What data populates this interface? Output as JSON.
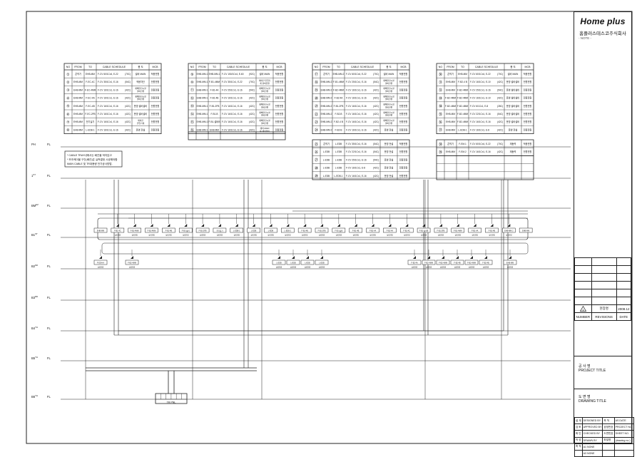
{
  "title_block": {
    "logo": "Home plus",
    "company": "홈플러스테스코주식회사",
    "note": "- NOTE -",
    "revision_row": {
      "symbol": "1",
      "text": "현장명",
      "date": "2008.12"
    },
    "revision_header": [
      "NUMBER",
      "REVISIONS",
      "DATE"
    ],
    "project_title_ko": "공 사 명",
    "project_title_en": "PROJECT TITLE",
    "drawing_title_ko": "도 면 명",
    "drawing_title_en": "DRAWING TITLE",
    "info_rows": [
      [
        "설 계",
        "DESIGNED BY",
        "축  척",
        "AS  DATE"
      ],
      [
        "검 토",
        "APPROVED BY",
        "공정번호",
        "PROJECT NO."
      ],
      [
        "확 인",
        "CHECKED BY",
        "도면번호",
        "SHEET NO."
      ],
      [
        "작 성",
        "DRAWN BY",
        "파일명",
        "(drawing no.)"
      ],
      [
        "축 척",
        "A1  NONE",
        "",
        ""
      ],
      [
        "",
        "A3  NONE",
        "",
        ""
      ]
    ]
  },
  "notes": [
    "* CABLE TRAY내에서는 배관을 하지않고",
    "* 보조케이블 구간(배관)은 실측결정 시공해야함",
    "  MAIN CABLE 및 TR대용량 전기공사방법."
  ],
  "tables": {
    "headers": [
      "NO",
      "FROM",
      "TO",
      "CABLE SCHEDULE",
      "용 도",
      "MCB"
    ],
    "t1": [
      [
        "①",
        "콘넥기",
        "EHB-MM",
        "F-CV 60/1Cx4, E-22",
        "(70C)",
        "설비 MAIN",
        "적응전원"
      ],
      [
        "②",
        "EHB-MM",
        "F-EC-4C",
        "F-CV 35/1Cx1, E-16",
        "(54C)",
        "적응차단",
        "전원전원"
      ],
      [
        "③",
        "EHB-MM",
        "F-EC-4MM",
        "F-CV 16/1Cx1, E-16",
        "(42C)",
        "재해안전시설 설비전원",
        "전원전원"
      ],
      [
        "④",
        "EHB-MM",
        "F-EC-4A",
        "F-CV 16/1Cx1, E-16",
        "(42C)",
        "재해안전시설 설비전원",
        "전원전원"
      ],
      [
        "⑤",
        "EHB-MM",
        "F-EC-4B",
        "F-CV 16/1Cx1, E-16",
        "(42C)",
        "운영 설비설비",
        "전원전원"
      ],
      [
        "⑥",
        "EHB-MM",
        "F-EC-2FB",
        "F-CV 16/1Cx1, E-16",
        "(42C)",
        "운영 설비설비",
        "전원전원"
      ],
      [
        "⑦",
        "EHB-MM",
        "전기실기",
        "F-CV 16/1Cx1, E-16",
        "(42C)",
        "제어전 인입기계",
        "전원전원"
      ],
      [
        "⑧",
        "EHB-MM",
        "L-EDB-1",
        "F-CV 16/1Cx1, E-16",
        "(42C)",
        "운영 전설",
        "전원전원"
      ]
    ],
    "t2": [
      [
        "⑨",
        "EHB-MM-1",
        "EHB-MM-1",
        "F-CV 150/1Cx4, E-60",
        "(92C)",
        "설비 MAIN",
        "적응전원"
      ],
      [
        "⑩",
        "EHB-MM-1",
        "F-B1-4MM",
        "F-CV 35/1Cx1, E-22",
        "(70C)",
        "제어전 인입기계 설비전원",
        "전원전원"
      ],
      [
        "⑪",
        "EHB-MM-1",
        "F-B1-4A",
        "F-CV 25/1Cx1, E-16",
        "(54C)",
        "재해안전시설 설비전원",
        "전원전원"
      ],
      [
        "⑫",
        "EHB-MM-1",
        "F-B1-4B",
        "F-CV 16/1Cx1, E-16",
        "(42C)",
        "재해안전시설 설비전원",
        "전원전원"
      ],
      [
        "⑬",
        "EHB-MM-1",
        "F-B1-2FB",
        "F-CV 16/1Cx1, E-16",
        "(42C)",
        "재해안전시설 설비전원",
        "전원전원"
      ],
      [
        "⑭",
        "EHB-MM-1",
        "F-B1-B",
        "F-CV 16/1Cx1, E-16",
        "(42C)",
        "재해안전시설 설비전원",
        "전원전원"
      ],
      [
        "⑮",
        "EHB-MM-1",
        "F-B1-설비B",
        "F-CV 16/1Cx1, E-16",
        "(42C)",
        "재해안전시설 설비전원",
        "전원전원"
      ],
      [
        "⑯",
        "EHB-MM-1",
        "EHB-MM",
        "F-CV 16/1Cx1, E-16",
        "(42C)",
        "제어 MAIN 운 제어설비",
        "전원전원"
      ]
    ],
    "t3": [
      [
        "⑰",
        "콘넥기",
        "EHB-MM-2",
        "F-CV 60/1Cx4, E-22",
        "(70C)",
        "설비 MAIN",
        "적응전원"
      ],
      [
        "⑱",
        "EHB-MM-2",
        "F-B1-4MM",
        "F-CV 25/1Cx1, E-16",
        "(54C)",
        "재해안전시설 설비전원",
        "전원전원"
      ],
      [
        "⑲",
        "EHB-MM-2",
        "F-B2-4MM",
        "F-CV 16/1Cx1, E-16",
        "(42C)",
        "재해안전시설 설비전원",
        "전원전원"
      ],
      [
        "⑳",
        "EHB-MM-2",
        "F-B2-4A",
        "F-CV 16/1Cx1, E-16",
        "(42C)",
        "재해안전시설 설비전원",
        "전원전원"
      ],
      [
        "㉑",
        "EHB-MM-2",
        "F-B1-2FB",
        "F-CV 16/1Cx1, E-16",
        "(42C)",
        "재해안전시설 설비전원",
        "전원전원"
      ],
      [
        "㉒",
        "EHB-MM-2",
        "F-B2-B",
        "F-CV 16/1Cx1, E-16",
        "(42C)",
        "재해안전시설 설비전원",
        "전원전원"
      ],
      [
        "㉓",
        "EHB-MM-2",
        "F-B2-4 B",
        "F-CV 16/1Cx1, E-16",
        "(42C)",
        "재해안전시설 설비전원",
        "전원전원"
      ],
      [
        "㉔",
        "EHB-MM-2",
        "F-B2-B",
        "F-CV 16/1Cx1, E-16",
        "(42C)",
        "운영 전설",
        "전원전원"
      ]
    ],
    "t3b": [
      [
        "㉕",
        "콘넥기",
        "L-EDB",
        "F-CV 35/1Cx1, E-16",
        "(54C)",
        "운영 전설",
        "적응전원"
      ],
      [
        "㉖",
        "L-EDB",
        "L-EDB",
        "F-CV 22/1Cx1, E-16",
        "(54C)",
        "운영 전설",
        "전원전원"
      ],
      [
        "㉗",
        "L-EDB",
        "L-EDB",
        "F-CV 25/1Cx1, E-16",
        "(54C)",
        "운영 전설",
        "전원전원"
      ],
      [
        "㉘",
        "L-EDB",
        "L-EDB",
        "F-CV 16/1Cx1, E-8",
        "(42C)",
        "운영 전설",
        "전원전원"
      ],
      [
        "㉙",
        "L-EDB",
        "L-EDB-1",
        "F-CV 16/1Cx1, E-16",
        "(42C)",
        "운영 전설",
        "전원전원"
      ]
    ],
    "t4": [
      [
        "㉚",
        "콘넥기",
        "EHB-MM",
        "F-CV 60/1Cx4, E-22",
        "(70C)",
        "설비 MAIN",
        "적응전원"
      ],
      [
        "㉛",
        "EHB-MM",
        "F-B2-4 B",
        "F-CV 16/1Cx1, E-10",
        "(42C)",
        "운영 설비설비",
        "전원전원"
      ],
      [
        "㉜",
        "EHB-MM",
        "F-B2-4MM",
        "F-CV 25/1Cx1, E-16",
        "(54C)",
        "운영 설비설비",
        "전원전원"
      ],
      [
        "㉝",
        "F-B2-4MM",
        "F-B2-4MM",
        "F-CV 16/1Cx1, E-10",
        "(42C)",
        "운영 설비설비",
        "전원전원"
      ],
      [
        "㉞",
        "F-B2-4MM",
        "F-B2-4MM",
        "F-CV 6/1Cx1, E-8",
        "(28C)",
        "운영 설비설비",
        "전원전원"
      ],
      [
        "㉟",
        "EHB-MM",
        "F-B2-4MM",
        "F-CV 22/1Cx1, E-16",
        "(54C)",
        "운영 설비설비",
        "전원전원"
      ],
      [
        "㊱",
        "EHB-MM",
        "F-B2-4MM",
        "F-CV 16/1Cx1, E-16",
        "(42C)",
        "운영 설비설비",
        "전원전원"
      ],
      [
        "㊲",
        "EHB-MM",
        "L-EDB-1",
        "F-CV 16/1Cx1, E-8",
        "(42C)",
        "운영 전설",
        "전원전원"
      ]
    ],
    "t4b": [
      [
        "㊳",
        "콘넥기",
        "F-EM-1",
        "F-CV 60/1Cx4, E-22",
        "(70C)",
        "재동력",
        "적응전원"
      ],
      [
        "㊴",
        "EHB-MM",
        "F-EM-2",
        "F-CV 16/1Cx1, E-16",
        "(42C)",
        "재동력",
        "전원전원"
      ]
    ]
  },
  "floors": [
    {
      "label": "PH",
      "sup": "",
      "suffix": "FL"
    },
    {
      "label": "1",
      "sup": "ST",
      "suffix": "FL"
    },
    {
      "label": "BM",
      "sup": "EZ",
      "suffix": "FL"
    },
    {
      "label": "B1",
      "sup": "ST",
      "suffix": "FL"
    },
    {
      "label": "B2",
      "sup": "ND",
      "suffix": "FL"
    },
    {
      "label": "B3",
      "sup": "RD",
      "suffix": "FL"
    },
    {
      "label": "B4",
      "sup": "TH",
      "suffix": "FL"
    },
    {
      "label": "B5",
      "sup": "TH",
      "suffix": "FL"
    },
    {
      "label": "B6",
      "sup": "TH",
      "suffix": "FL"
    }
  ],
  "panels_b1": [
    "EHB-MM",
    "F-B1-4C",
    "F-B1-4MM",
    "F-B1-4MM",
    "F-B1-4B",
    "F-B1-설비",
    "F-B1-2FB",
    "전기실기",
    "L-EDB-1",
    "L-EDB",
    "L-EDB",
    "L-EDB-1",
    "F-B1-4B",
    "F-B1-2FB",
    "F-B1-설비",
    "F-B1-4B",
    "F-B1-4A",
    "F-B1-4A",
    "F-B1-4C",
    "F-B1-설비B",
    "F-B1-2FB",
    "F-B1-4MM",
    "F-B1-4A",
    "F-B1-4B",
    "EHB-MM-2",
    "EHB-MM"
  ],
  "panel_sub": "설비전원",
  "panels_b2": [
    "F-EDH-A",
    "F-B2-4MM",
    "L-EDB",
    "L-EDB",
    "L-EDB",
    "L-EDB",
    "F-B2-4A",
    "F-B2-4MM",
    "F-B2-4MM",
    "F-B2-4B",
    "F-B2-4MM",
    "F-B2-4B",
    "EHB-MM"
  ],
  "transformer_label": "TR PNL"
}
